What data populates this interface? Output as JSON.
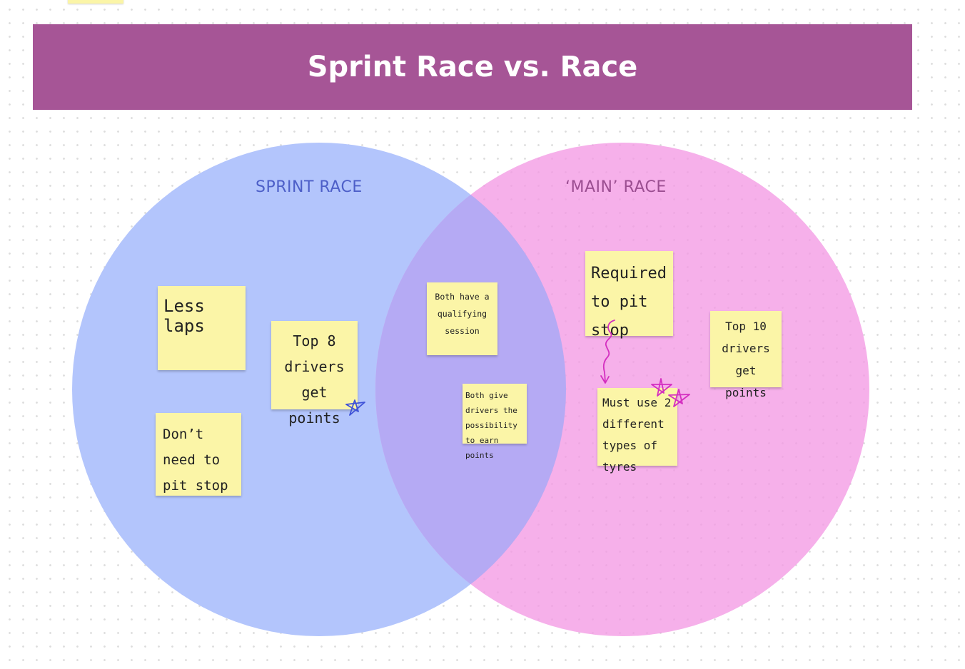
{
  "title": "Sprint Race vs. Race",
  "sets": {
    "left": {
      "label": "SPRINT RACE",
      "color": "#b3c5fc"
    },
    "right": {
      "label": "‘MAIN’ RACE",
      "color": "#f49ae4"
    }
  },
  "notes": {
    "less_laps": "Less laps",
    "top8": "Top 8 drivers get points",
    "no_pit": "Don’t need to pit stop",
    "qualifying": "Both have a qualifying session",
    "earn_points": "Both give drivers the possibility to earn points",
    "pit_required": "Required to pit stop",
    "top10": "Top 10 drivers get points",
    "tyres": "Must use 2 different types of tyres"
  },
  "colors": {
    "banner": "#a65596",
    "note": "#fbf5a7",
    "overlap": "#b5aaf4"
  }
}
